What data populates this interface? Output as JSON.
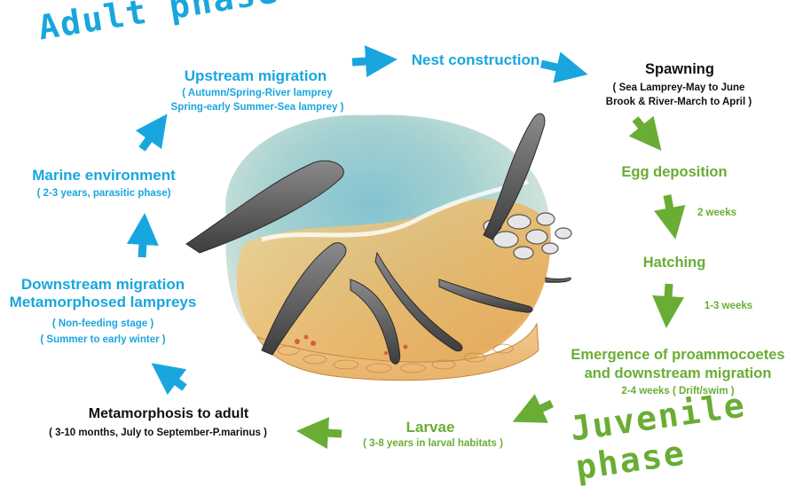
{
  "phases": {
    "adult": "Adult phase",
    "juvenile": "Juvenile phase"
  },
  "stages": {
    "upstream": {
      "title": "Upstream migration",
      "sub1": "( Autumn/Spring-River lamprey",
      "sub2": "Spring-early Summer-Sea lamprey )"
    },
    "nest": {
      "title": "Nest construction"
    },
    "spawning": {
      "title": "Spawning",
      "sub1": "( Sea Lamprey-May to June",
      "sub2": "Brook & River-March to April )"
    },
    "egg": {
      "title": "Egg deposition",
      "duration": "2 weeks"
    },
    "hatching": {
      "title": "Hatching",
      "duration": "1-3 weeks"
    },
    "emergence": {
      "title1": "Emergence of proammocoetes",
      "title2": "and downstream migration",
      "sub": "2-4 weeks  ( Drift/swim )"
    },
    "larvae": {
      "title": "Larvae",
      "sub": "( 3-8 years in larval habitats )"
    },
    "metamorphosis": {
      "title": "Metamorphosis to adult",
      "sub": "( 3-10 months, July to September-P.marinus )"
    },
    "downstream": {
      "title1": "Downstream migration",
      "title2": "Metamorphosed lampreys",
      "sub1": "( Non-feeding stage )",
      "sub2": "( Summer to early winter )"
    },
    "marine": {
      "title": "Marine environment",
      "sub": "( 2-3 years, parasitic phase)"
    }
  },
  "colors": {
    "adult": "#19a6de",
    "juvenile": "#6aad35",
    "text_dark": "#111111"
  }
}
